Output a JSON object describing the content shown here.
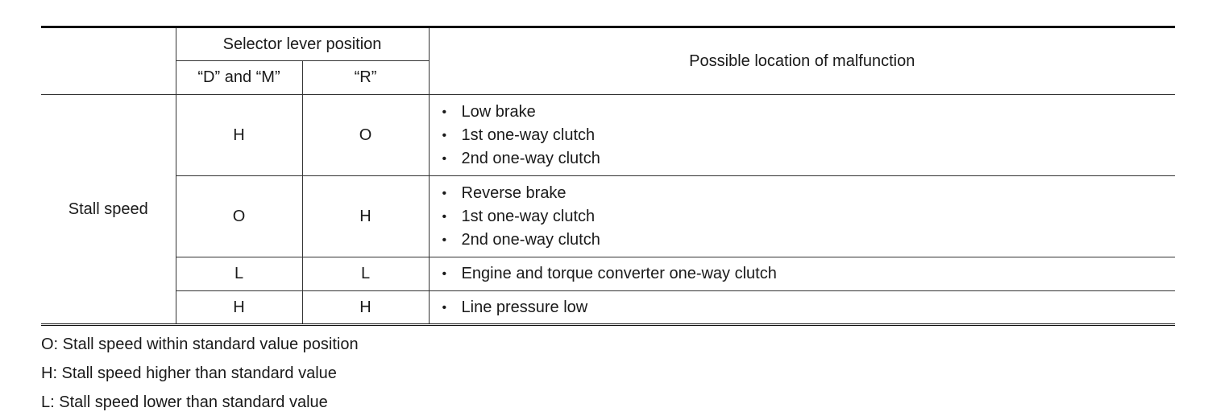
{
  "table": {
    "header": {
      "selector": "Selector lever position",
      "d_and_m": "“D” and “M”",
      "r": "“R”",
      "location": "Possible location of malfunction"
    },
    "row_label": "Stall speed",
    "rows": [
      {
        "d_m": "H",
        "r": "O",
        "causes": [
          "Low brake",
          "1st one-way clutch",
          "2nd one-way clutch"
        ]
      },
      {
        "d_m": "O",
        "r": "H",
        "causes": [
          "Reverse brake",
          "1st one-way clutch",
          "2nd one-way clutch"
        ]
      },
      {
        "d_m": "L",
        "r": "L",
        "causes": [
          "Engine and torque converter one-way clutch"
        ]
      },
      {
        "d_m": "H",
        "r": "H",
        "causes": [
          "Line pressure low"
        ]
      }
    ]
  },
  "legend": [
    "O: Stall speed within standard value position",
    "H: Stall speed higher than standard value",
    "L: Stall speed lower than standard value"
  ]
}
